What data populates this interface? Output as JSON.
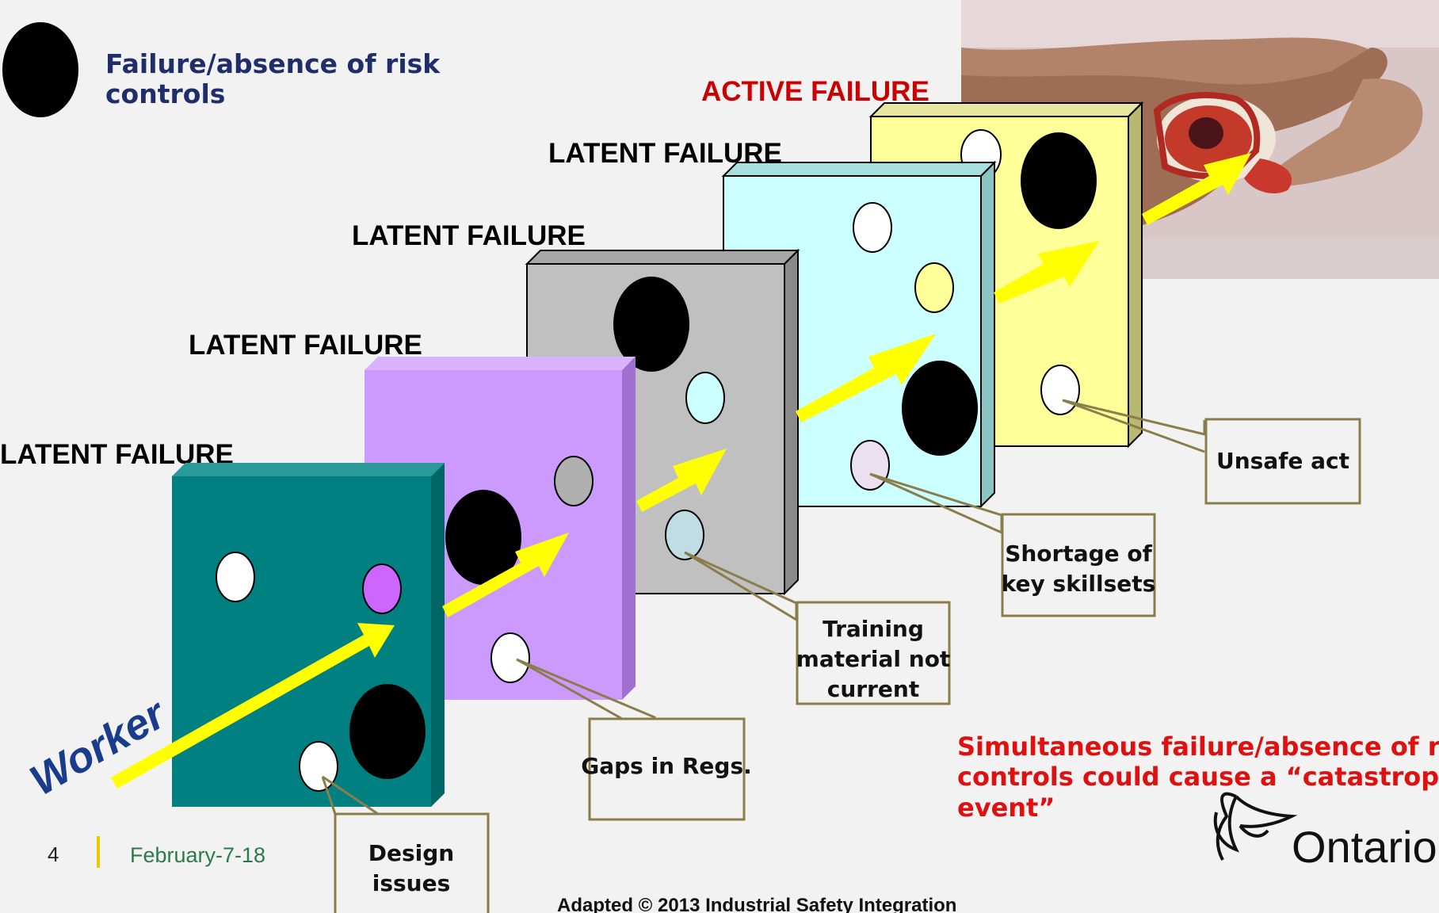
{
  "legend": {
    "line1": "Failure/absence of risk",
    "line2": "controls"
  },
  "labels": {
    "active_failure": "ACTIVE FAILURE",
    "latent_failure_4": "LATENT FAILURE",
    "latent_failure_3": "LATENT FAILURE",
    "latent_failure_2": "LATENT FAILURE",
    "latent_failure_1": "LATENT FAILURE"
  },
  "worker": "Worker",
  "callouts": {
    "unsafe_act": [
      "Unsafe act"
    ],
    "shortage": [
      "Shortage of",
      "key skillsets"
    ],
    "training": [
      "Training",
      "material not",
      "current"
    ],
    "gaps": [
      "Gaps in Regs."
    ],
    "design": [
      "Design",
      "issues"
    ]
  },
  "message": {
    "line1": "Simultaneous failure/absence of risk",
    "line2": "controls could cause a “catastrophic",
    "line3": "event”"
  },
  "footer": {
    "page_number": "4",
    "date": "February-7-18",
    "credit": "Adapted © 2013 Industrial Safety Integration"
  },
  "logo": {
    "name": "Ontario"
  },
  "colors": {
    "slice1": "#008080",
    "slice2": "#cc99ff",
    "slice3": "#c0c0c0",
    "slice4": "#ccffff",
    "slice5": "#ffff99",
    "arrow": "#ffff00",
    "callout_border": "#8b7d4a",
    "active_label": "#cc0000",
    "message": "#e01010"
  },
  "icons": {
    "photo": "injured-hand-photo",
    "logo": "trillium-icon"
  }
}
